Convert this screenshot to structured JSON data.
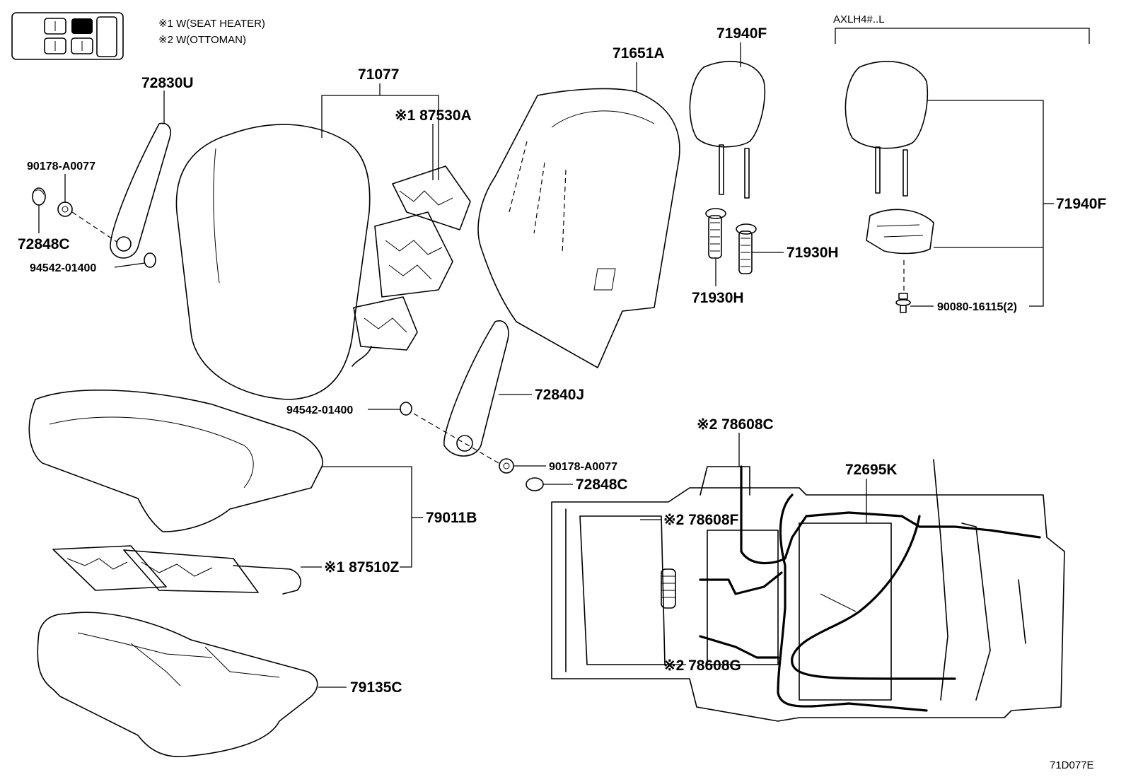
{
  "notes": {
    "note1": "※1 W(SEAT HEATER)",
    "note2": "※2 W(OTTOMAN)",
    "variant": "AXLH4#..L",
    "diagram_code": "71D077E"
  },
  "callouts": [
    {
      "id": "71077",
      "text": "71077"
    },
    {
      "id": "72830U",
      "text": "72830U"
    },
    {
      "id": "87530A",
      "text": "※1 87530A"
    },
    {
      "id": "71651A",
      "text": "71651A"
    },
    {
      "id": "71940F-a",
      "text": "71940F"
    },
    {
      "id": "71940F-b",
      "text": "71940F"
    },
    {
      "id": "90178-A0077-a",
      "text": "90178-A0077"
    },
    {
      "id": "72848C-a",
      "text": "72848C"
    },
    {
      "id": "94542-01400-a",
      "text": "94542-01400"
    },
    {
      "id": "71930H-a",
      "text": "71930H"
    },
    {
      "id": "71930H-b",
      "text": "71930H"
    },
    {
      "id": "90080-16115",
      "text": "90080-16115(2)"
    },
    {
      "id": "72840J",
      "text": "72840J"
    },
    {
      "id": "94542-01400-b",
      "text": "94542-01400"
    },
    {
      "id": "90178-A0077-b",
      "text": "90178-A0077"
    },
    {
      "id": "72848C-b",
      "text": "72848C"
    },
    {
      "id": "78608C",
      "text": "※2 78608C"
    },
    {
      "id": "72695K",
      "text": "72695K"
    },
    {
      "id": "78608F",
      "text": "※2 78608F"
    },
    {
      "id": "78608G",
      "text": "※2 78608G"
    },
    {
      "id": "79011B",
      "text": "79011B"
    },
    {
      "id": "87510Z",
      "text": "※1 87510Z"
    },
    {
      "id": "79135C",
      "text": "79135C"
    }
  ]
}
